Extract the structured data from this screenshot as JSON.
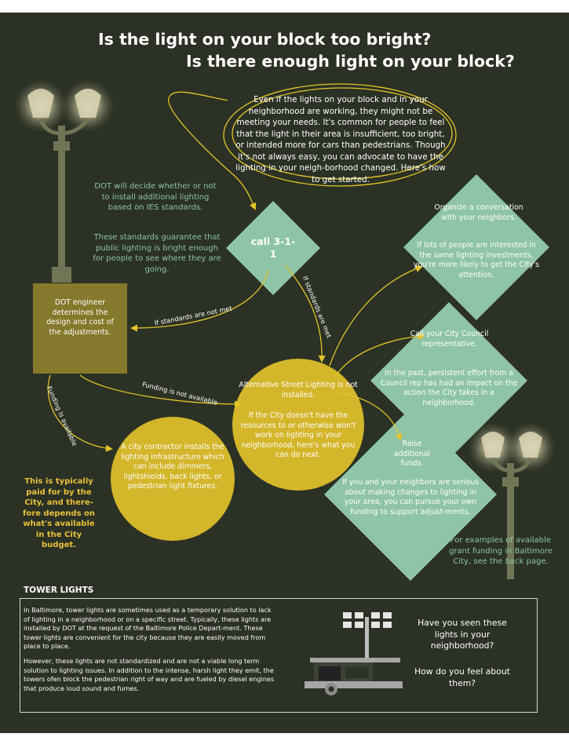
{
  "header": {
    "title_line1": "Is the light on your block too bright?",
    "title_line2": "Is there enough light on your block?"
  },
  "intro_text": "Even if the lights on your block and in your neighborhood are working, they might not be meeting your needs. It's common for people to feel that the light in their area is insufficient, too bright, or intended more for cars than pedestrians. Though it's not always easy, you can advocate to have the lighting in your neigh-borhood changed. Here's how to get started.",
  "nodes": {
    "call": "call 3-1-1",
    "dot_decide": "DOT will decide whether or not to install additional lighting based on IES standards.",
    "standards_note": "These standards guarantee that public lighting is bright enough for people to see where they are going.",
    "engineer": "DOT engineer determines the design and cost of the adjustments.",
    "alt_title": "Alternative Street Lighting is not installed.",
    "alt_body": "If the City doesn't have the resources to or otherwise won't work on lighting in your neighborhood, here's what you can do next.",
    "contractor": "A city contractor installs the lighting infrastructure which can include dimmers, lightshields, back lights, or pedestrian light fixtures.",
    "paid_note": "This is typically paid for by the City, and there-fore depends on what's available in the City budget.",
    "organize_title": "Organize a conversation with your neighbors.",
    "organize_body": "If lots of people are interested in the same lighting investments, you're more likely to get the City's attention.",
    "council_title": "Call your City Council representative.",
    "council_body": "In the past, persistent effort from a Council rep has had an impact on the action the City takes in a neighborhood.",
    "funds_title": "Raise additional funds.",
    "funds_body": "If you and your neighbors are serious about making changes to lighting in your area, you can pursue your own funding to support adjust-ments.",
    "grant_note": "For examples of available grant funding in Baltimore City, see the back page."
  },
  "arrow_labels": {
    "std_not_met": "If standards are not met",
    "std_met": "If standards are met",
    "funding_not": "Funding is not available",
    "funding_avail": "Funding is available"
  },
  "tower": {
    "heading": "TOWER LIGHTS",
    "p1": "In Baltimore, tower lights are sometimes used as a temporary solution to lack of lighting in a neighborhood or on a specific street. Typically, these lights are installed by DOT at the request of the Baltimore Police Depart-ment. These tower lights are convenient for the city because they are easily moved from place to place.",
    "p2": "However, these lights are not standardized and are not a viable long term solution to lighting issues. In addition to the intense, harsh light they emit, the towers ofen block the pedestrian right of way and are fueled by diesel engines that produce loud sound and fumes.",
    "q1": "Have you seen these lights in your neighborhood?",
    "q2": "How do you feel about them?"
  },
  "colors": {
    "background": "#2b3125",
    "green": "#8fc4a6",
    "yellow": "#d3b62a",
    "olive": "#85792b",
    "lamp_post": "#6f7656",
    "arrow": "#e3c62a"
  }
}
